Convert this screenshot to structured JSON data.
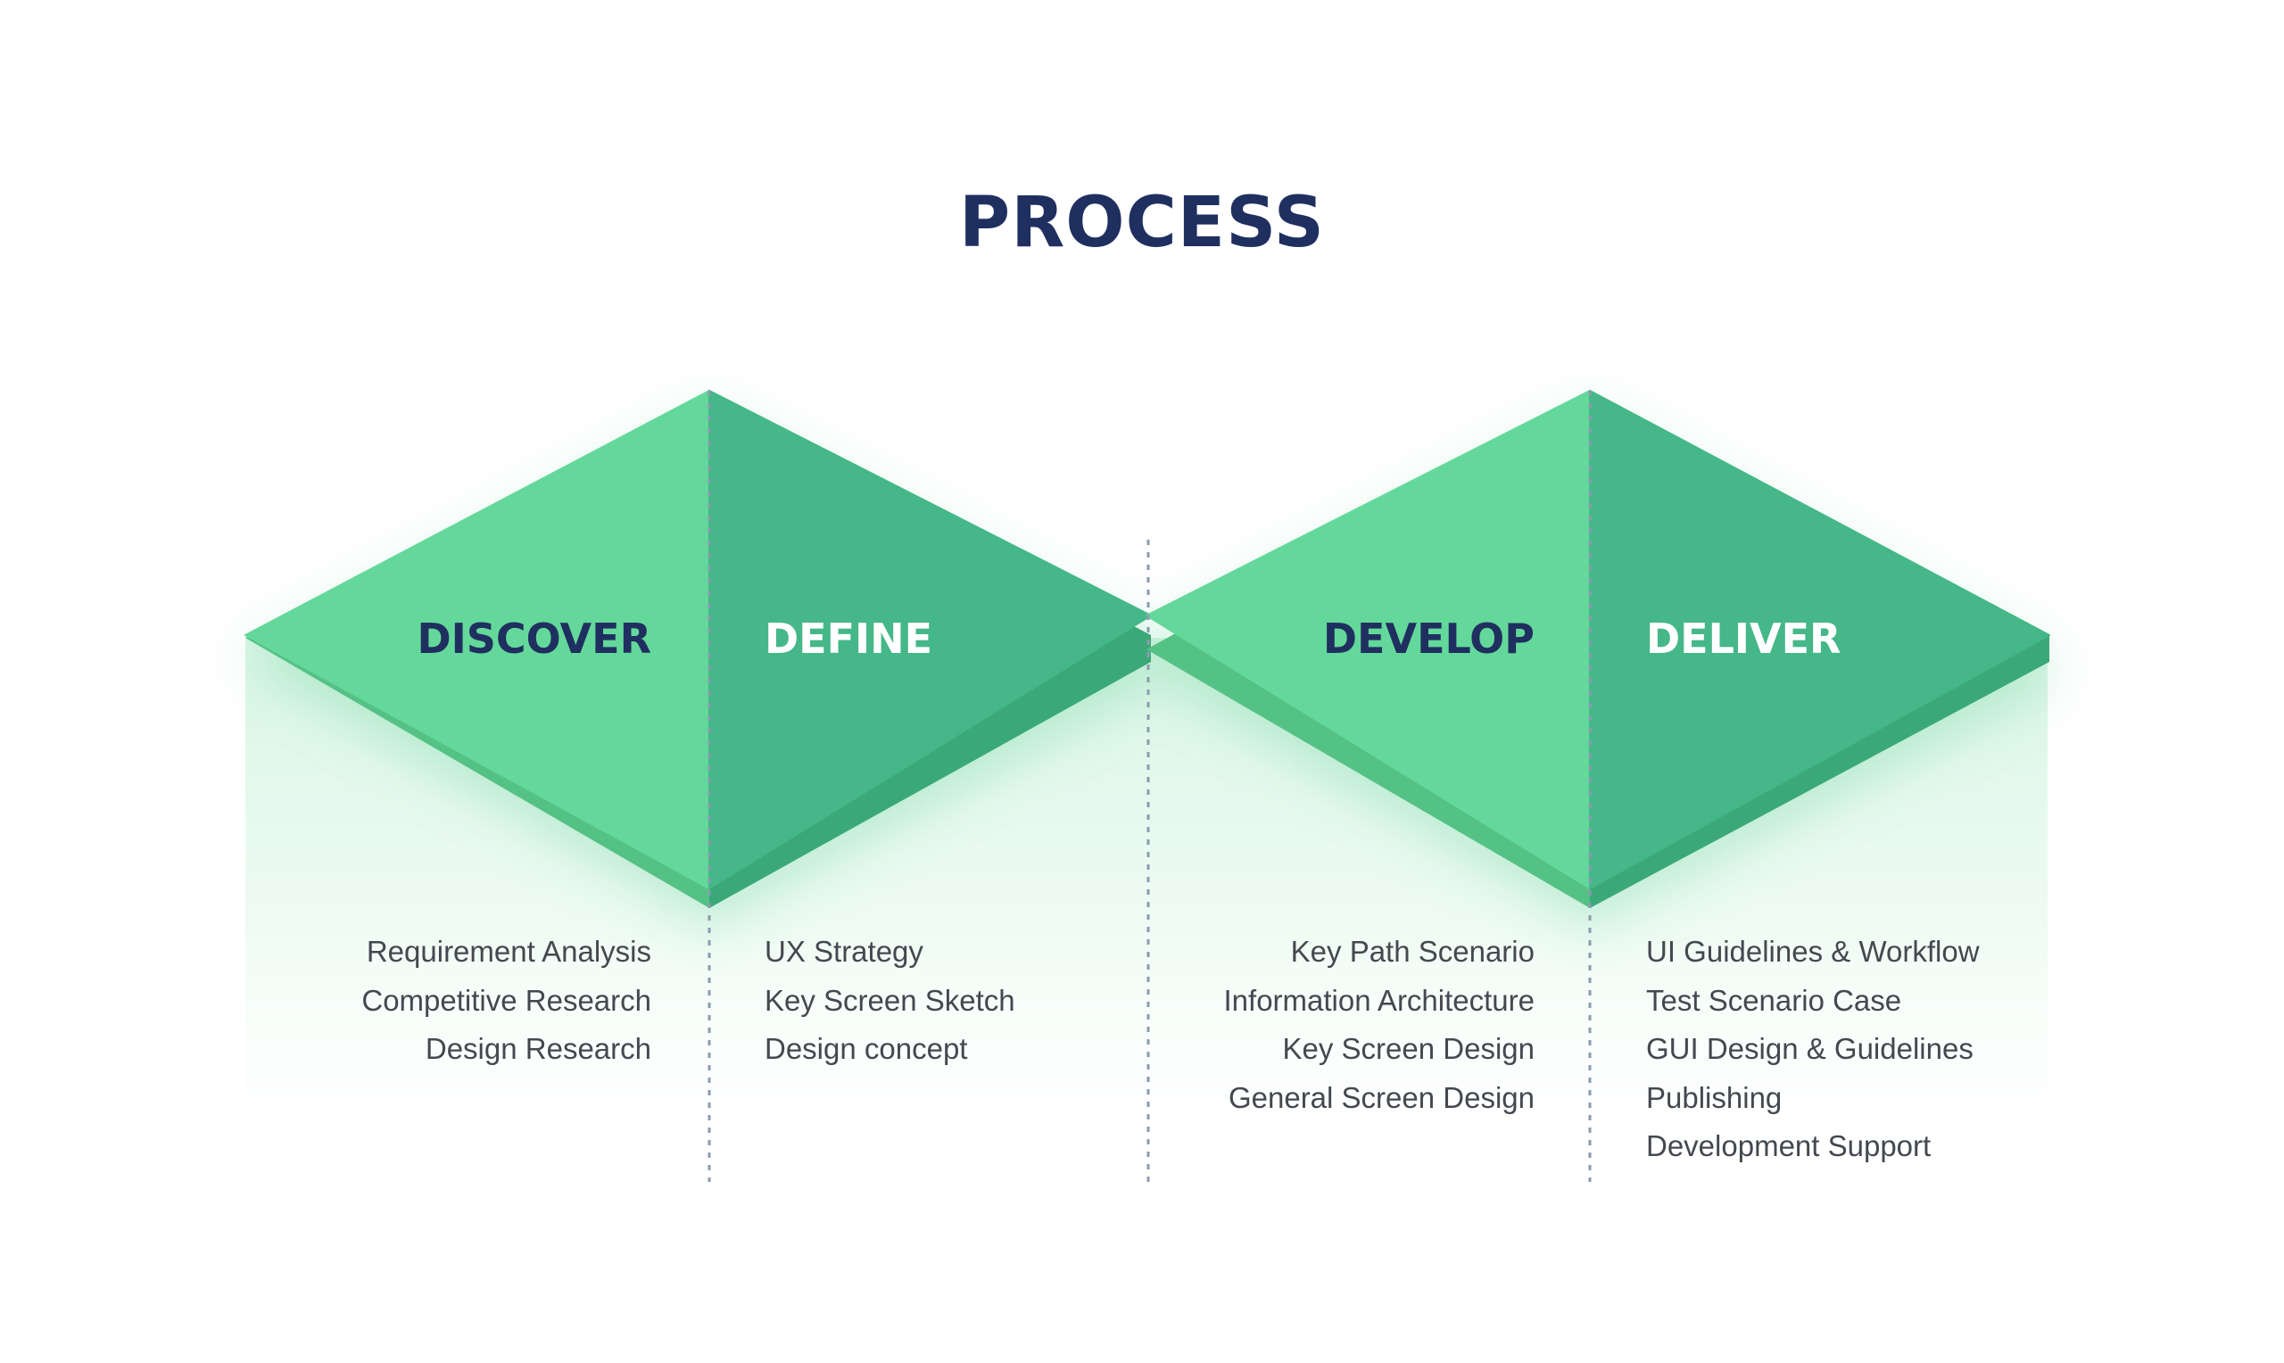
{
  "title": "PROCESS",
  "colors": {
    "title": "#1f2f5f",
    "diamond_light": "#64d89a",
    "diamond_dark": "#44b788",
    "label_dark": "#1f2f5f",
    "label_light": "#ffffff",
    "item_text": "#44484f",
    "divider": "#8a9bb0"
  },
  "phases": [
    {
      "label": "DISCOVER",
      "items": [
        "Requirement Analysis",
        "Competitive Research",
        "Design Research"
      ]
    },
    {
      "label": "DEFINE",
      "items": [
        "UX Strategy",
        "Key Screen Sketch",
        "Design concept"
      ]
    },
    {
      "label": "DEVELOP",
      "items": [
        "Key Path Scenario",
        "Information Architecture",
        "Key Screen Design",
        "General Screen Design"
      ]
    },
    {
      "label": "DELIVER",
      "items": [
        "UI Guidelines & Workflow",
        "Test Scenario Case",
        "GUI Design & Guidelines",
        "Publishing",
        "Development Support"
      ]
    }
  ]
}
